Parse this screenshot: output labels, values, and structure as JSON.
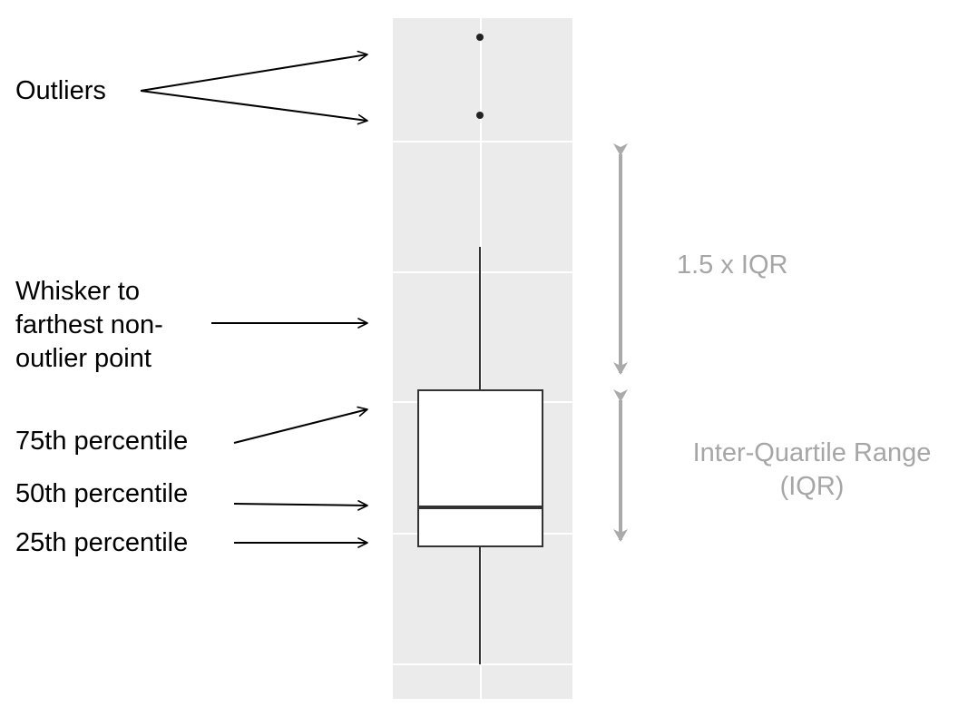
{
  "labels": {
    "outliers": "Outliers",
    "whisker": [
      "Whisker to",
      "farthest non-",
      "outlier point"
    ],
    "p75": "75th percentile",
    "p50": "50th percentile",
    "p25": "25th percentile",
    "iqr_range": "1.5 x IQR",
    "iqr_name": [
      "Inter-Quartile Range",
      "(IQR)"
    ]
  },
  "colors": {
    "panel_background": "#ebebeb",
    "gridline": "#ffffff",
    "box_outline": "#333333",
    "annotation_arrow": "#000000",
    "range_arrow": "#aaaaaa",
    "range_text": "#a6a6a6"
  }
}
